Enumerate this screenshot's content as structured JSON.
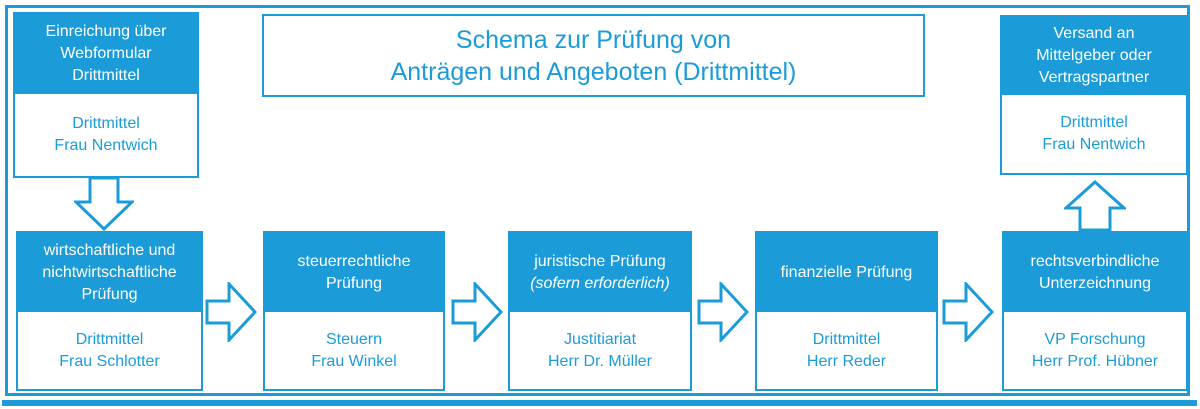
{
  "colors": {
    "accent": "#1b9cd8",
    "background": "#ffffff"
  },
  "title": {
    "lines": [
      "Schema zur Prüfung von",
      "Anträgen und Angeboten (Drittmittel)"
    ]
  },
  "entry": {
    "header_lines": [
      "Einreichung über",
      "Webformular",
      "Drittmittel"
    ],
    "body_lines": [
      "Drittmittel",
      "Frau Nentwich"
    ]
  },
  "exit": {
    "header_lines": [
      "Versand an",
      "Mittelgeber oder",
      "Vertragspartner"
    ],
    "body_lines": [
      "Drittmittel",
      "Frau Nentwich"
    ]
  },
  "steps": [
    {
      "header_lines": [
        "wirtschaftliche und",
        "nichtwirtschaftliche",
        "Prüfung"
      ],
      "body_lines": [
        "Drittmittel",
        "Frau Schlotter"
      ]
    },
    {
      "header_lines": [
        "steuerrechtliche",
        "Prüfung"
      ],
      "body_lines": [
        "Steuern",
        "Frau Winkel"
      ]
    },
    {
      "header_lines": [
        "juristische Prüfung"
      ],
      "header_note": "(sofern erforderlich)",
      "body_lines": [
        "Justitiariat",
        "Herr Dr. Müller"
      ]
    },
    {
      "header_lines": [
        "finanzielle Prüfung"
      ],
      "body_lines": [
        "Drittmittel",
        "Herr Reder"
      ]
    },
    {
      "header_lines": [
        "rechtsverbindliche",
        "Unterzeichnung"
      ],
      "body_lines": [
        "VP Forschung",
        "Herr Prof. Hübner"
      ]
    }
  ],
  "icons": {
    "down_arrow": "arrow-down",
    "up_arrow": "arrow-up",
    "right_arrow": "arrow-right"
  }
}
